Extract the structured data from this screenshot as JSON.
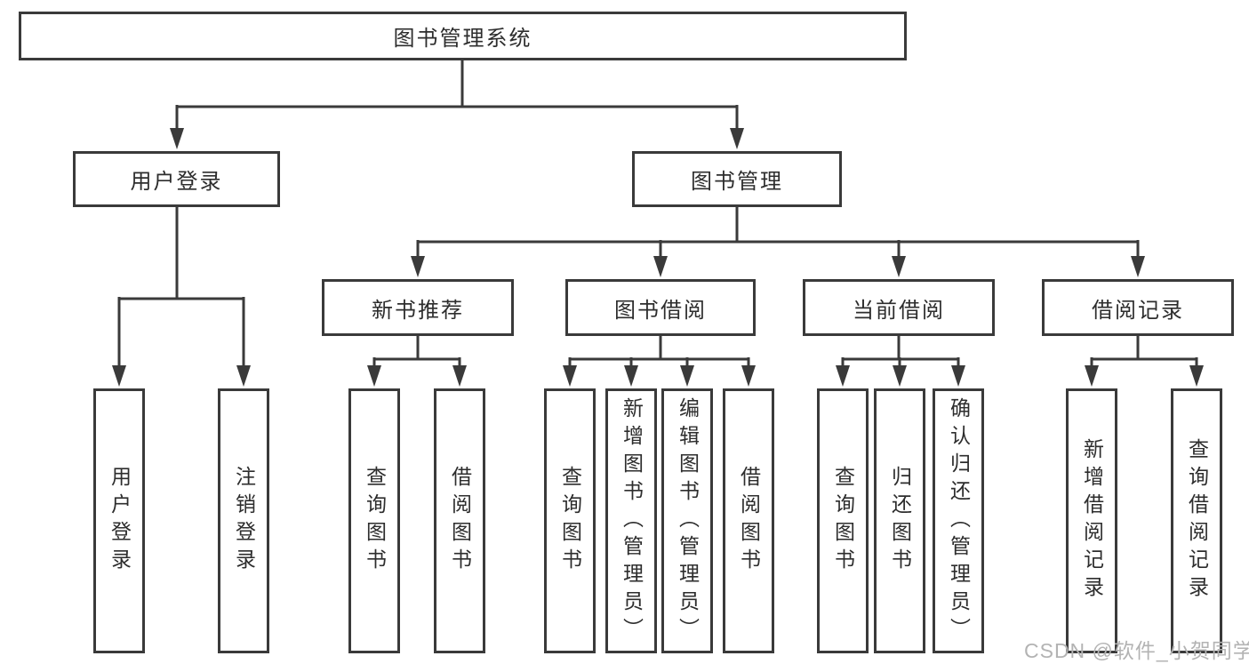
{
  "colors": {
    "line": "#3a3a3a",
    "text": "#2d2d2d",
    "watermark": "#b3b3b3",
    "background": "#ffffff"
  },
  "diagram": {
    "root": {
      "label": "图书管理系统"
    },
    "level1": [
      {
        "label": "用户登录"
      },
      {
        "label": "图书管理"
      }
    ],
    "level2": [
      {
        "label": "新书推荐"
      },
      {
        "label": "图书借阅"
      },
      {
        "label": "当前借阅"
      },
      {
        "label": "借阅记录"
      }
    ],
    "leaves": [
      {
        "label": "用户登录"
      },
      {
        "label": "注销登录"
      },
      {
        "label": "查询图书"
      },
      {
        "label": "借阅图书"
      },
      {
        "label": "查询图书"
      },
      {
        "label": "新增图书（管理员）"
      },
      {
        "label": "编辑图书（管理员）"
      },
      {
        "label": "借阅图书"
      },
      {
        "label": "查询图书"
      },
      {
        "label": "归还图书"
      },
      {
        "label": "确认归还（管理员）"
      },
      {
        "label": "新增借阅记录"
      },
      {
        "label": "查询借阅记录"
      }
    ]
  },
  "watermark": {
    "text": "CSDN @软件_小贺同学"
  }
}
